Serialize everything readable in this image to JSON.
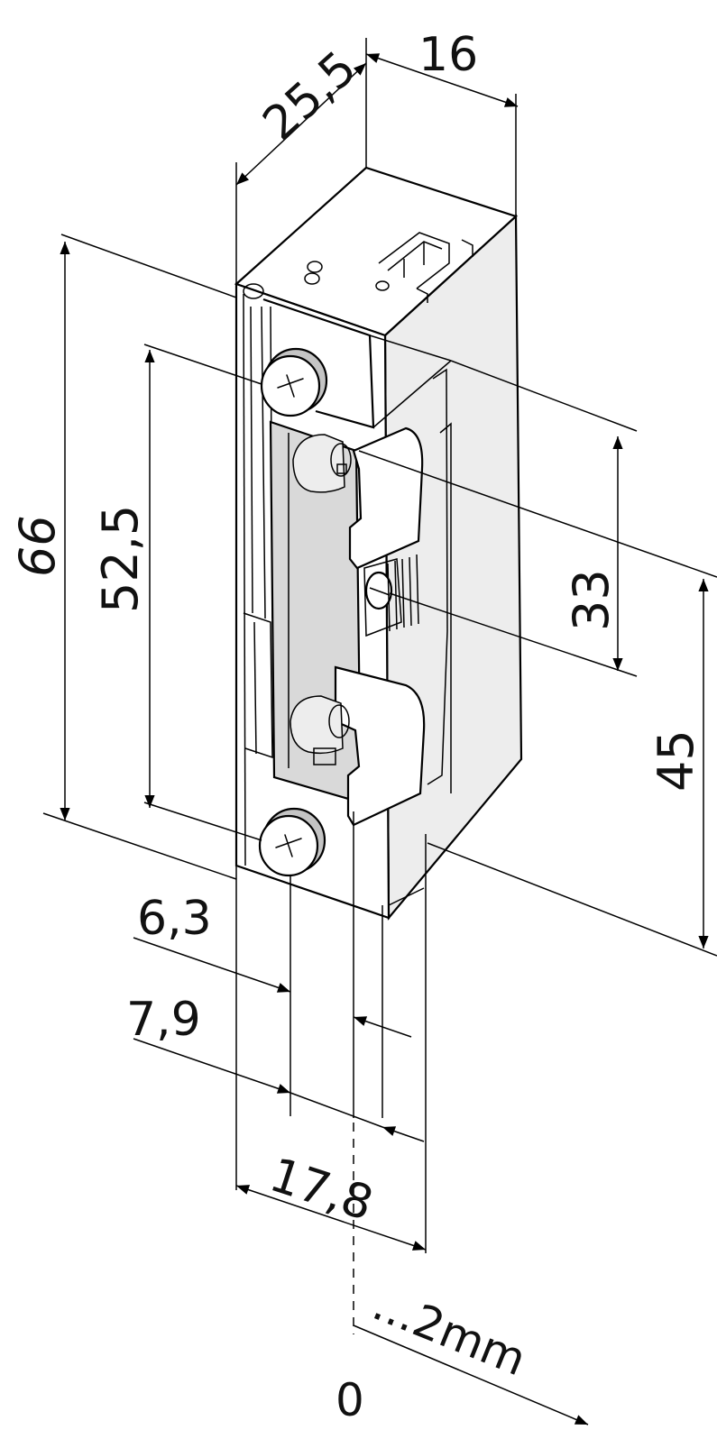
{
  "dimensions": {
    "width_top": "16",
    "depth_top": "25,5",
    "height_total": "66",
    "hole_spacing": "52,5",
    "latch_height": "33",
    "faceplate_offset": "45",
    "screw_offset_a": "6,3",
    "screw_offset_b": "7,9",
    "faceplate_width": "17,8",
    "latch_zero": "0",
    "latch_adjust": "...2mm"
  }
}
